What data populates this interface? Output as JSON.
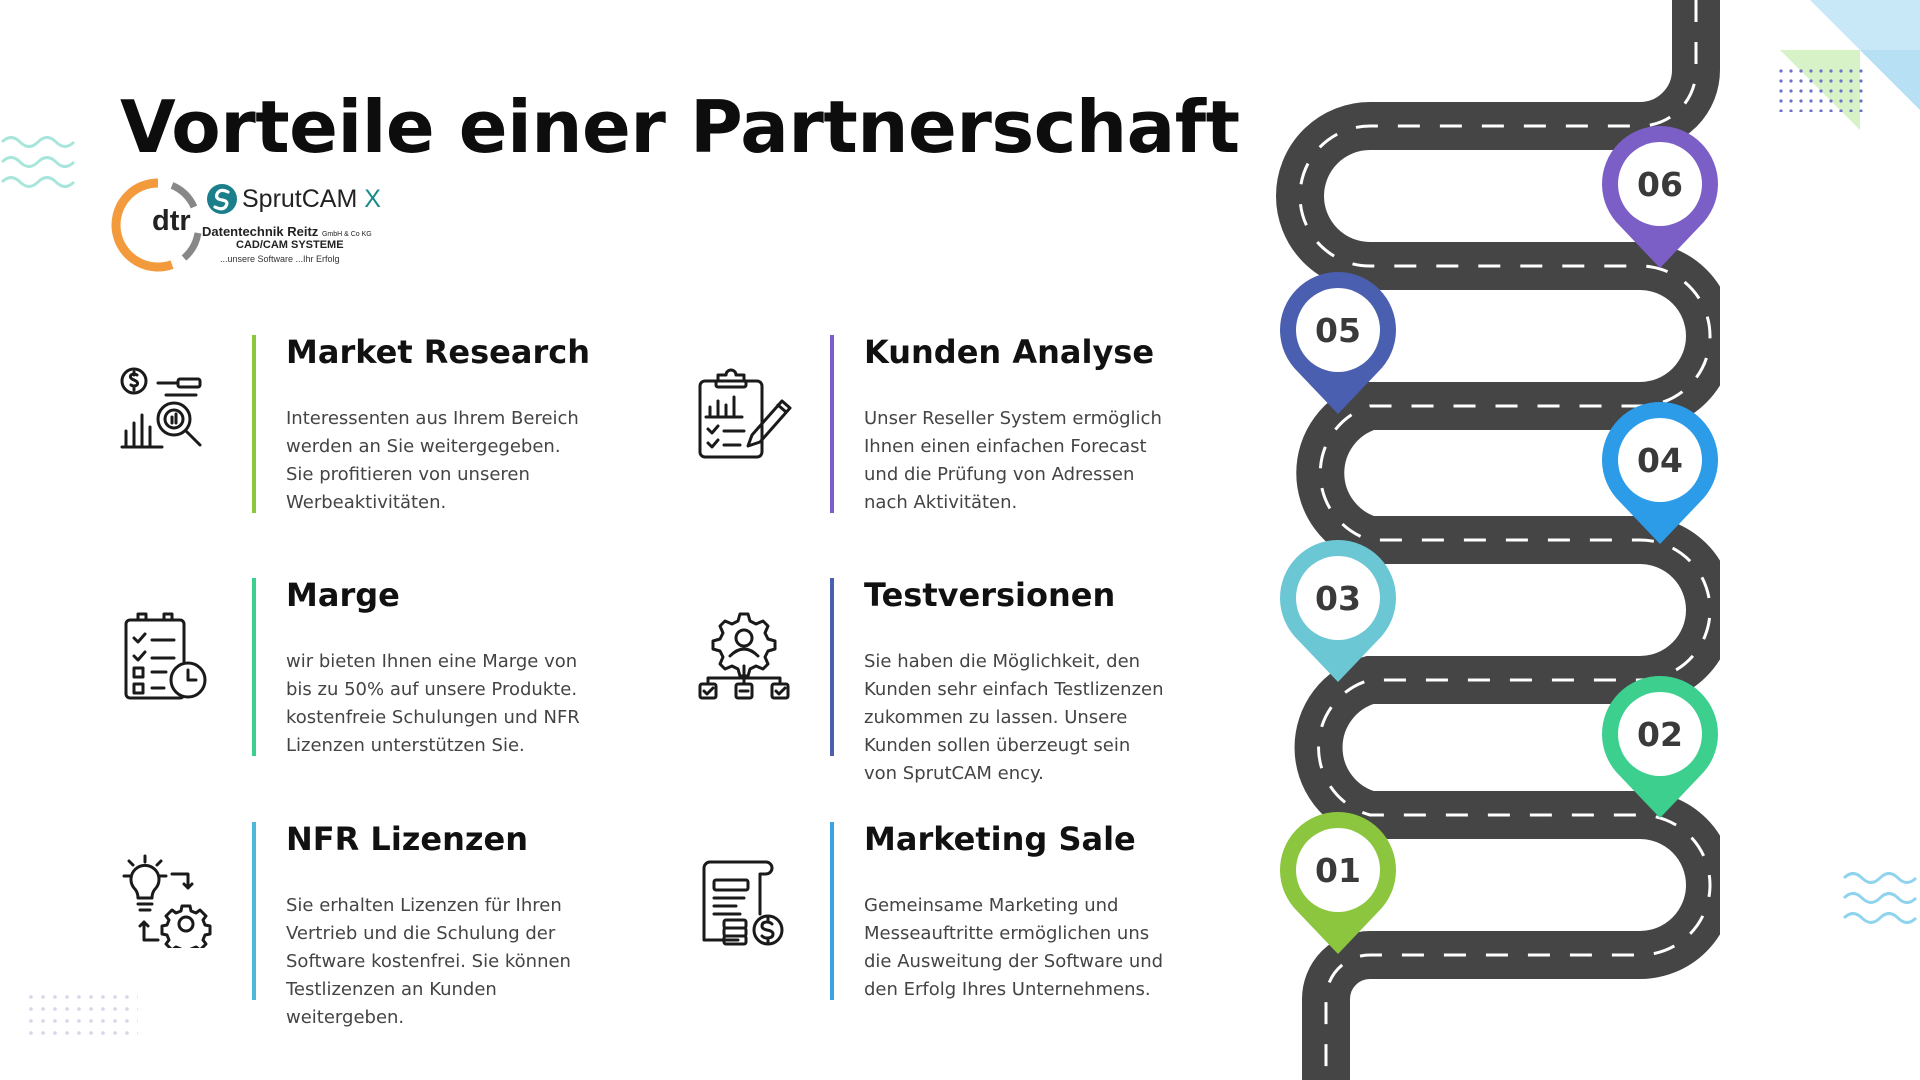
{
  "title": "Vorteile einer Partnerschaft",
  "logo": {
    "brand": "SprutCAM",
    "brand_suffix": "X",
    "mark": "dtr",
    "company": "Datentechnik Reitz",
    "company_suffix": "GmbH & Co KG",
    "systems": "CAD/CAM SYSTEME",
    "slogan": "...unsere Software ...Ihr Erfolg"
  },
  "features": [
    {
      "title": "Market Research",
      "text": "Interessenten aus Ihrem Bereich werden an Sie weitergegeben. Sie profitieren von unseren Werbeaktivitäten.",
      "icon": "market-research-icon",
      "color": "#8cc63f"
    },
    {
      "title": "Kunden Analyse",
      "text": "Unser Reseller System ermöglich Ihnen einen einfachen Forecast und die Prüfung von Adressen nach Aktivitäten.",
      "icon": "clipboard-analysis-icon",
      "color": "#7b5fc7"
    },
    {
      "title": "Marge",
      "text": "wir bieten Ihnen eine Marge von bis zu 50% auf unsere Produkte. kostenfreie Schulungen und NFR Lizenzen unterstützen Sie.",
      "icon": "checklist-clock-icon",
      "color": "#3ccf8e"
    },
    {
      "title": "Testversionen",
      "text": "Sie haben die Möglichkeit, den Kunden sehr einfach Testlizenzen zukommen zu lassen. Unsere Kunden sollen überzeugt sein von SprutCAM ency.",
      "icon": "user-gear-icon",
      "color": "#4a5fb0"
    },
    {
      "title": "NFR Lizenzen",
      "text": "Sie erhalten Lizenzen für Ihren Vertrieb und die Schulung der Software kostenfrei. Sie können Testlizenzen an Kunden weitergeben.",
      "icon": "idea-gear-icon",
      "color": "#4fb8d8"
    },
    {
      "title": "Marketing Sale",
      "text": "Gemeinsame Marketing und Messeauftritte ermöglichen uns die Ausweitung der Software und den Erfolg Ihres Unternehmens.",
      "icon": "document-money-icon",
      "color": "#3aa3e0"
    }
  ],
  "roadmap": {
    "road_color": "#454545",
    "markers": [
      {
        "label": "01",
        "color": "#8cc63f"
      },
      {
        "label": "02",
        "color": "#3ccf8e"
      },
      {
        "label": "03",
        "color": "#6cc7d4"
      },
      {
        "label": "04",
        "color": "#2c9be8"
      },
      {
        "label": "05",
        "color": "#4a5fb0"
      },
      {
        "label": "06",
        "color": "#7b5fc7"
      }
    ]
  }
}
